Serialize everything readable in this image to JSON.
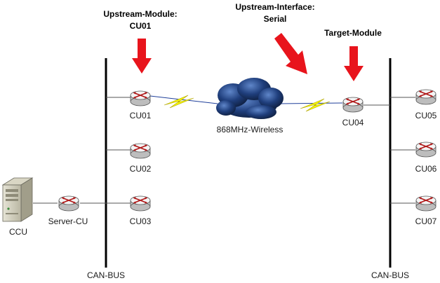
{
  "annotations": {
    "upstream_module": {
      "line1": "Upstream-Module:",
      "line2": "CU01"
    },
    "upstream_interface": {
      "line1": "Upstream-Interface:",
      "line2": "Serial"
    },
    "target_module": {
      "line1": "Target-Module"
    }
  },
  "nodes": {
    "ccu": "CCU",
    "server_cu": "Server-CU",
    "cu01": "CU01",
    "cu02": "CU02",
    "cu03": "CU03",
    "cu04": "CU04",
    "cu05": "CU05",
    "cu06": "CU06",
    "cu07": "CU07"
  },
  "wireless_label": "868MHz-Wireless",
  "bus": {
    "left_label": "CAN-BUS",
    "right_label": "CAN-BUS"
  },
  "colors": {
    "arrow": "#e8141c",
    "lightning": "#f2f20a",
    "link": "#1f3f9a",
    "bus": "#000000",
    "router_top": "#f2f2f2",
    "router_side": "#c8c8c8",
    "router_mark": "#b01818"
  },
  "icons": {
    "router": "router-icon",
    "server": "server-icon",
    "cloud": "cloud-icon",
    "arrow": "arrow-down-icon",
    "lightning": "lightning-icon"
  }
}
